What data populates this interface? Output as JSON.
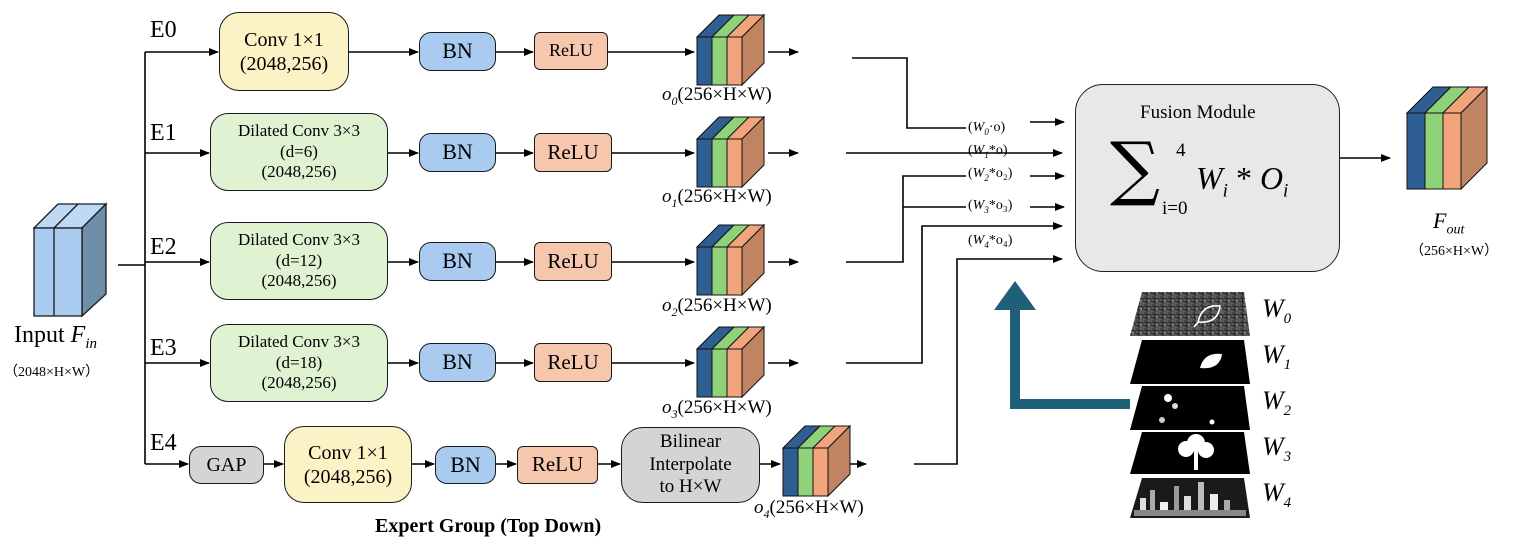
{
  "input": {
    "label": "Input",
    "symbol": "F",
    "symbol_sub": "in",
    "dims": "（2048×H×W）"
  },
  "experts": [
    {
      "id": "E0",
      "modules": [
        "Conv 1×1\n(2048,256)",
        "BN",
        "ReLU"
      ],
      "output": "o",
      "output_sub": "0",
      "output_dims": "(256×H×W)"
    },
    {
      "id": "E1",
      "modules": [
        "Dilated Conv 3×3\n(d=6)\n(2048,256)",
        "BN",
        "ReLU"
      ],
      "output": "o",
      "output_sub": "1",
      "output_dims": "(256×H×W)"
    },
    {
      "id": "E2",
      "modules": [
        "Dilated Conv 3×3\n(d=12)\n(2048,256)",
        "BN",
        "ReLU"
      ],
      "output": "o",
      "output_sub": "2",
      "output_dims": "(256×H×W)"
    },
    {
      "id": "E3",
      "modules": [
        "Dilated Conv 3×3\n(d=18)\n(2048,256)",
        "BN",
        "ReLU"
      ],
      "output": "o",
      "output_sub": "3",
      "output_dims": "(256×H×W)"
    },
    {
      "id": "E4",
      "modules": [
        "GAP",
        "Conv 1×1\n(2048,256)",
        "BN",
        "ReLU",
        "Bilinear\nInterpolate\nto H×W"
      ],
      "output": "o",
      "output_sub": "4",
      "output_dims": "(256×H×W)"
    }
  ],
  "group_caption": "Expert Group (Top Down)",
  "weighted_inputs": [
    {
      "w_sub": "0",
      "op": "·",
      "o_sub": "o"
    },
    {
      "w_sub": "1",
      "op": "*",
      "o_sub": "o"
    },
    {
      "w_sub": "2",
      "op": "*",
      "o_sub": "o₂"
    },
    {
      "w_sub": "3",
      "op": "*",
      "o_sub": "o₃"
    },
    {
      "w_sub": "4",
      "op": "*",
      "o_sub": "o₄"
    }
  ],
  "fusion": {
    "title": "Fusion Module",
    "upper": "4",
    "lower": "i=0",
    "term_w": "W",
    "term_o": "O",
    "index": "i",
    "op": "*"
  },
  "output": {
    "symbol": "F",
    "symbol_sub": "out",
    "dims": "（256×H×W）"
  },
  "weight_maps": [
    "0",
    "1",
    "2",
    "3",
    "4"
  ],
  "colors": {
    "blue_face": "#2e5e92",
    "green_face": "#8fd27a",
    "orange_face": "#f2a57c",
    "brown_face": "#c08462",
    "arrow_teal": "#1f5f7a"
  }
}
